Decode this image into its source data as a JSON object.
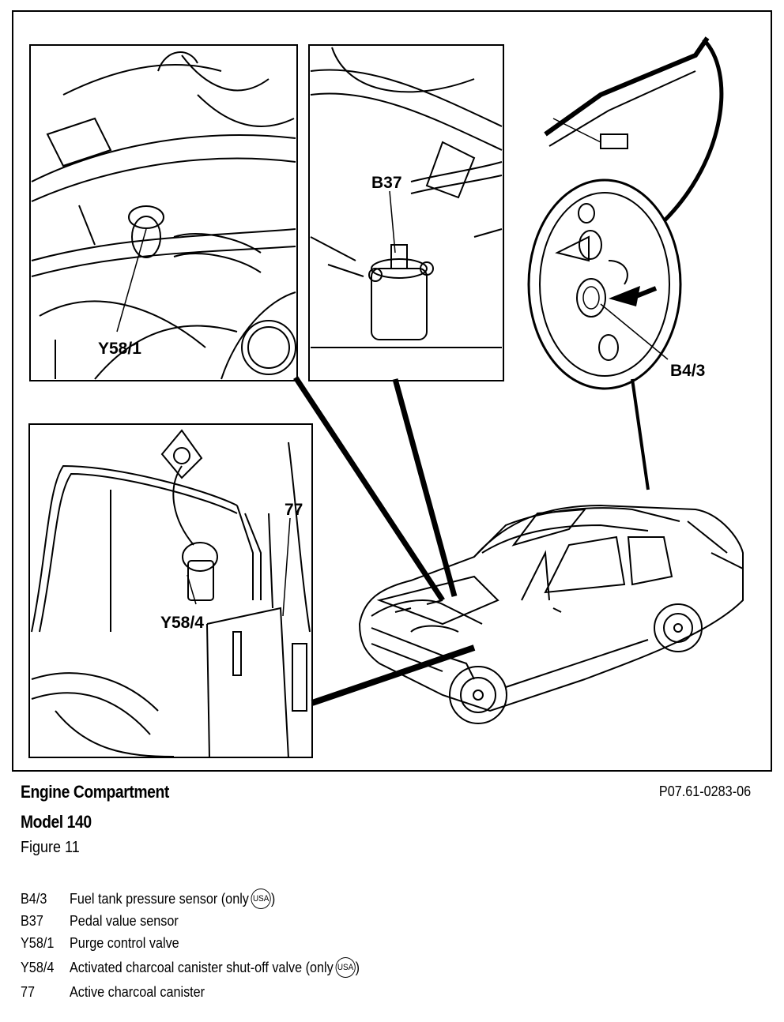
{
  "figure": {
    "callouts": {
      "y58_1": "Y58/1",
      "b37": "B37",
      "b4_3": "B4/3",
      "c77": "77",
      "y58_4": "Y58/4"
    }
  },
  "caption": {
    "title_line1": "Engine Compartment",
    "title_line2": "Model 140",
    "figure_label": "Figure 11",
    "reference": "P07.61-0283-06"
  },
  "legend": [
    {
      "code": "B4/3",
      "text": "Fuel tank pressure sensor (only",
      "badge": "USA",
      "suffix": ")"
    },
    {
      "code": "B37",
      "text": "Pedal value sensor",
      "badge": "",
      "suffix": ""
    },
    {
      "code": "Y58/1",
      "text": "Purge control valve",
      "badge": "",
      "suffix": ""
    },
    {
      "code": "Y58/4",
      "text": "Activated charcoal canister shut-off valve (only",
      "badge": "USA",
      "suffix": ")"
    },
    {
      "code": "77",
      "text": "Active charcoal canister",
      "badge": "",
      "suffix": ""
    }
  ]
}
